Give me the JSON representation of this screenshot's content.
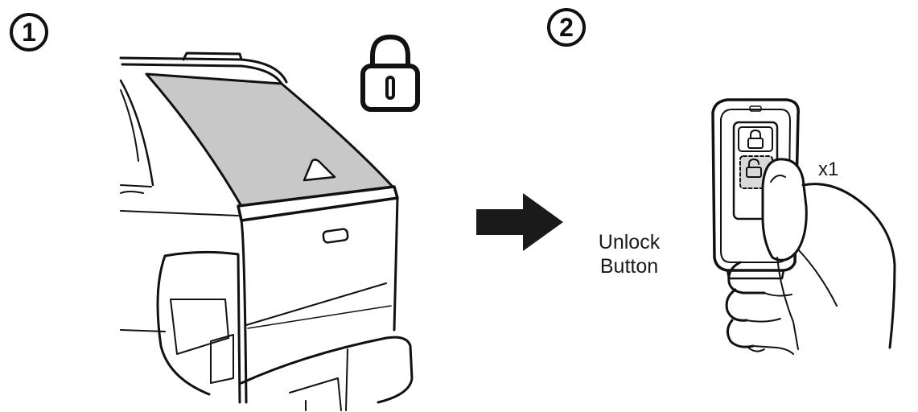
{
  "steps": [
    {
      "number": "1"
    },
    {
      "number": "2"
    }
  ],
  "remote": {
    "button_label_line1": "Unlock",
    "button_label_line2": "Button",
    "press_count": "x1"
  },
  "icons": {
    "lock": "padlock-locked-icon",
    "arrow": "right-arrow-icon"
  },
  "colors": {
    "line": "#111111",
    "highlight_fill": "#c8c8c8",
    "arrow": "#1a1a1a"
  }
}
